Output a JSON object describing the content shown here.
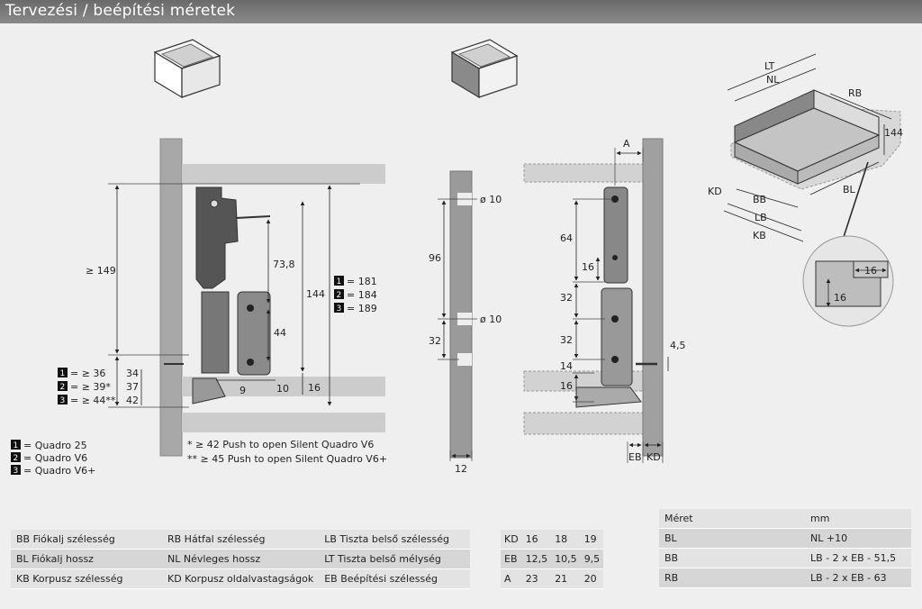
{
  "title": "Tervezési / beépítési méretek",
  "left": {
    "dim_149": "≥ 149",
    "dim_73_8": "73,8",
    "dim_144": "144",
    "dim_44": "44",
    "dim_9": "9",
    "dim_10": "10",
    "dim_16": "16",
    "heights": [
      {
        "badge": "1",
        "req": "= ≥ 36",
        "val": "34"
      },
      {
        "badge": "2",
        "req": "= ≥ 39*",
        "val": "37"
      },
      {
        "badge": "3",
        "req": "= ≥ 44**",
        "val": "42"
      }
    ],
    "totals": [
      {
        "badge": "1",
        "text": "= 181"
      },
      {
        "badge": "2",
        "text": "= 184"
      },
      {
        "badge": "3",
        "text": "= 189"
      }
    ],
    "types": [
      {
        "badge": "1",
        "text": "= Quadro 25"
      },
      {
        "badge": "2",
        "text": "= Quadro V6"
      },
      {
        "badge": "3",
        "text": "= Quadro V6+"
      }
    ],
    "notes": [
      "*  ≥ 42 Push to open Silent Quadro V6",
      "** ≥ 45 Push to open Silent Quadro V6+"
    ]
  },
  "middle": {
    "hole_top": "ø 10",
    "hole_bottom": "ø 10",
    "dim_96": "96",
    "dim_32": "32",
    "dim_12": "12"
  },
  "side": {
    "dim_A": "A",
    "dim_64": "64",
    "dim_16a": "16",
    "dim_32a": "32",
    "dim_32b": "32",
    "dim_14": "14",
    "dim_16b": "16",
    "dim_4_5": "4,5",
    "label_EB": "EB",
    "label_KD": "KD"
  },
  "iso": {
    "LT": "LT",
    "NL": "NL",
    "RB": "RB",
    "h144": "144",
    "KD": "KD",
    "BB": "BB",
    "BL": "BL",
    "LB": "LB",
    "KB": "KB",
    "detail_16a": "16",
    "detail_16b": "16"
  },
  "legend": [
    [
      "BB Fiókalj szélesség",
      "RB Hátfal szélesség",
      "LB Tiszta belső szélesség"
    ],
    [
      "BL Fiókalj hossz",
      "NL Névleges hossz",
      "LT Tiszta belső mélység"
    ],
    [
      "KB Korpusz szélesség",
      "KD Korpusz oldalvastagságok",
      "EB Beépítési szélesség"
    ]
  ],
  "kd_table": [
    [
      "KD",
      "16",
      "18",
      "19"
    ],
    [
      "EB",
      "12,5",
      "10,5",
      "9,5"
    ],
    [
      "A",
      "23",
      "21",
      "20"
    ]
  ],
  "size_table": [
    [
      "Méret",
      "mm"
    ],
    [
      "BL",
      "NL +10"
    ],
    [
      "BB",
      "LB - 2 x EB - 51,5"
    ],
    [
      "RB",
      "LB - 2 x EB - 63"
    ]
  ]
}
